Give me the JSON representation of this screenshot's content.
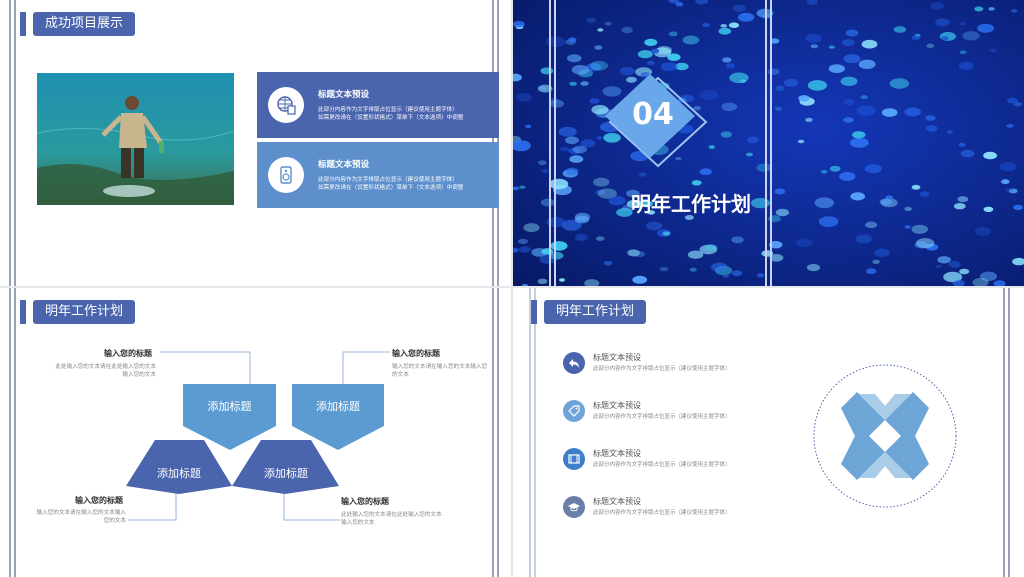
{
  "slide1": {
    "tag": "成功项目展示",
    "cards": [
      {
        "title": "标题文本预设",
        "desc1": "此部分内容作为文字排版占位显示（建议使用主题字体）",
        "desc2": "如需更改请在（设置形状格式）菜单下（文本选项）中调整",
        "icon": "globe-devices-icon",
        "color": "#4a64ad"
      },
      {
        "title": "标题文本预设",
        "desc1": "此部分内容作为文字排版占位显示（建议使用主题字体）",
        "desc2": "如需更改请在（设置形状格式）菜单下（文本选项）中调整",
        "icon": "speaker-icon",
        "color": "#5c8fcb"
      }
    ]
  },
  "slide2": {
    "number": "04",
    "title": "明年工作计划"
  },
  "slide3": {
    "tag": "明年工作计划",
    "shapes": [
      "添加标题",
      "添加标题",
      "添加标题",
      "添加标题"
    ],
    "labels": [
      {
        "title": "输入您的标题",
        "desc1": "此处输入您的文本请在此处输入您的文本",
        "desc2": "输入您的文本"
      },
      {
        "title": "输入您的标题",
        "desc1": "输入您的文本请在输入您的文本输入您",
        "desc2": "的文本"
      },
      {
        "title": "输入您的标题",
        "desc1": "输入您的文本请在输入您的文本输入",
        "desc2": "您的文本"
      },
      {
        "title": "输入您的标题",
        "desc1": "此处输入您的文本请在此处输入您的文本",
        "desc2": "输入您的文本"
      }
    ],
    "colors": {
      "dark": "#4a64ad",
      "light": "#5c9bd1"
    }
  },
  "slide4": {
    "tag": "明年工作计划",
    "items": [
      {
        "title": "标题文本预设",
        "desc": "此部分内容作为文字排版占位显示（建议使用主题字体）",
        "icon": "reply-arrow-icon",
        "color": "#4a64ad"
      },
      {
        "title": "标题文本预设",
        "desc": "此部分内容作为文字排版占位显示（建议使用主题字体）",
        "icon": "tag-icon",
        "color": "#6ea3d9"
      },
      {
        "title": "标题文本预设",
        "desc": "此部分内容作为文字排版占位显示（建议使用主题字体）",
        "icon": "film-icon",
        "color": "#3d7fc8"
      },
      {
        "title": "标题文本预设",
        "desc": "此部分内容作为文字排版占位显示（建议使用主题字体）",
        "icon": "graduation-cap-icon",
        "color": "#6a7fa8"
      }
    ]
  }
}
